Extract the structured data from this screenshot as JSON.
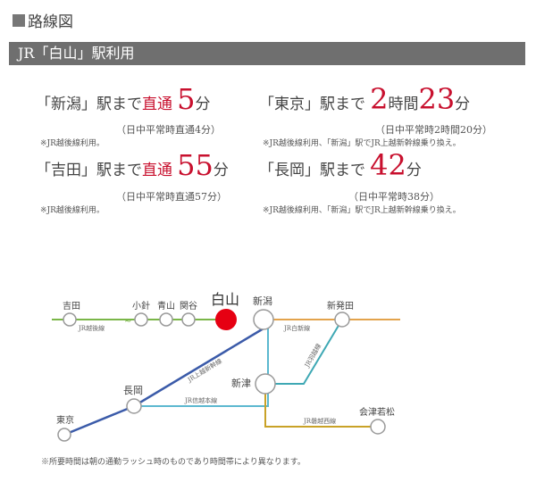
{
  "section_title": "路線図",
  "banner": "JR「白山」駅利用",
  "times": {
    "niigata": {
      "label": "「新潟」駅まで",
      "mode": "直通",
      "num": "5",
      "unit": "分",
      "sub": "（日中平常時直通4分）",
      "note": "※JR越後線利用。"
    },
    "tokyo": {
      "label": "「東京」駅まで",
      "num1": "2",
      "unit1": "時間",
      "num2": "23",
      "unit2": "分",
      "sub": "（日中平常時2時間20分）",
      "note": "※JR越後線利用、「新潟」駅でJR上越新幹線乗り換え。"
    },
    "yoshida": {
      "label": "「吉田」駅まで",
      "mode": "直通",
      "num": "55",
      "unit": "分",
      "sub": "（日中平常時直通57分）",
      "note": "※JR越後線利用。"
    },
    "nagaoka": {
      "label": "「長岡」駅まで",
      "num": "42",
      "unit": "分",
      "sub": "（日中平常時38分）",
      "note": "※JR越後線利用、「新潟」駅でJR上越新幹線乗り換え。"
    }
  },
  "map": {
    "stations": {
      "yoshida": "吉田",
      "kobari": "小針",
      "aoyama": "青山",
      "sekiya": "関谷",
      "hakusan": "白山",
      "niigata": "新潟",
      "shibata": "新発田",
      "niitsu": "新津",
      "nagaoka": "長岡",
      "tokyo": "東京",
      "aizu": "会津若松"
    },
    "lines": {
      "echigo": "JR越後線",
      "hakushin": "JR白新線",
      "joetsu": "JR上越新幹線",
      "uetsu": "JR羽越線",
      "shinetsu": "JR信越本線",
      "banetsu": "JR磐越西線"
    },
    "colors": {
      "echigo": "#7ab648",
      "hakushin": "#e3a34c",
      "joetsu": "#3b5ba9",
      "uetsu": "#3ea8b4",
      "shinetsu": "#5cb8d0",
      "banetsu": "#c9a227",
      "hakusan": "#e60012"
    }
  },
  "footnote": "※所要時間は朝の通勤ラッシュ時のものであり時間帯により異なります。"
}
